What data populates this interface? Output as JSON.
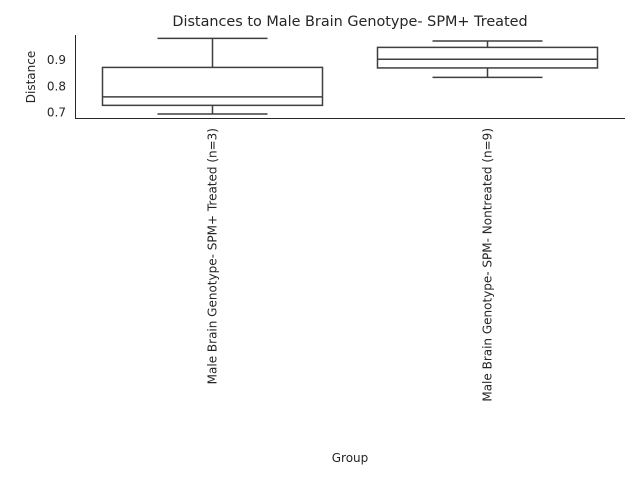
{
  "chart_data": {
    "type": "box",
    "title": "Distances to Male Brain Genotype- SPM+ Treated",
    "xlabel": "Group",
    "ylabel": "Distance",
    "ylim": [
      0.68,
      0.995
    ],
    "yticks": [
      "0.7",
      "0.8",
      "0.9"
    ],
    "grid": false,
    "categories": [
      "Male Brain Genotype- SPM+ Treated (n=3)",
      "Male Brain Genotype- SPM- Nontreated (n=9)"
    ],
    "boxes": [
      {
        "whislo": 0.695,
        "q1": 0.728,
        "med": 0.76,
        "q3": 0.872,
        "whishi": 0.982
      },
      {
        "whislo": 0.834,
        "q1": 0.87,
        "med": 0.903,
        "q3": 0.948,
        "whishi": 0.972
      }
    ]
  }
}
